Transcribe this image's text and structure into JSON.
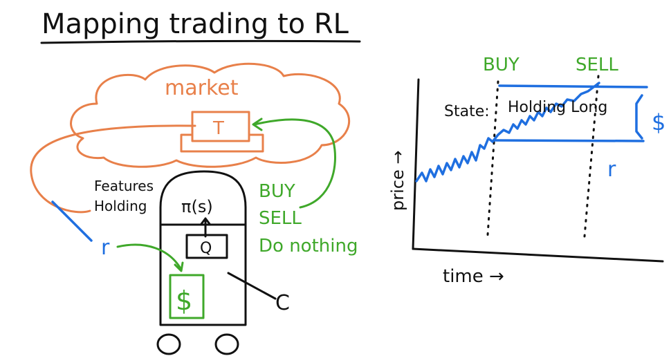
{
  "title": "Mapping trading to RL",
  "left_diagram": {
    "environment_label": "market",
    "trade_label": "T",
    "state_features": [
      "Features",
      "Holding"
    ],
    "policy_label": "π(s)",
    "q_label": "Q",
    "reward_label": "r",
    "money_label": "$",
    "actions": [
      "BUY",
      "SELL",
      "Do nothing"
    ],
    "cash_label": "C"
  },
  "right_diagram": {
    "buy_label": "BUY",
    "sell_label": "SELL",
    "state_label": "State:",
    "holding_label": "Holding Long",
    "money_label": "$",
    "reward_label": "r",
    "y_axis_label": "price →",
    "x_axis_label": "time →"
  },
  "colors": {
    "ink": "#111111",
    "market": "#e8804a",
    "actions": "#3fa82a",
    "reward": "#1f6fe0"
  }
}
